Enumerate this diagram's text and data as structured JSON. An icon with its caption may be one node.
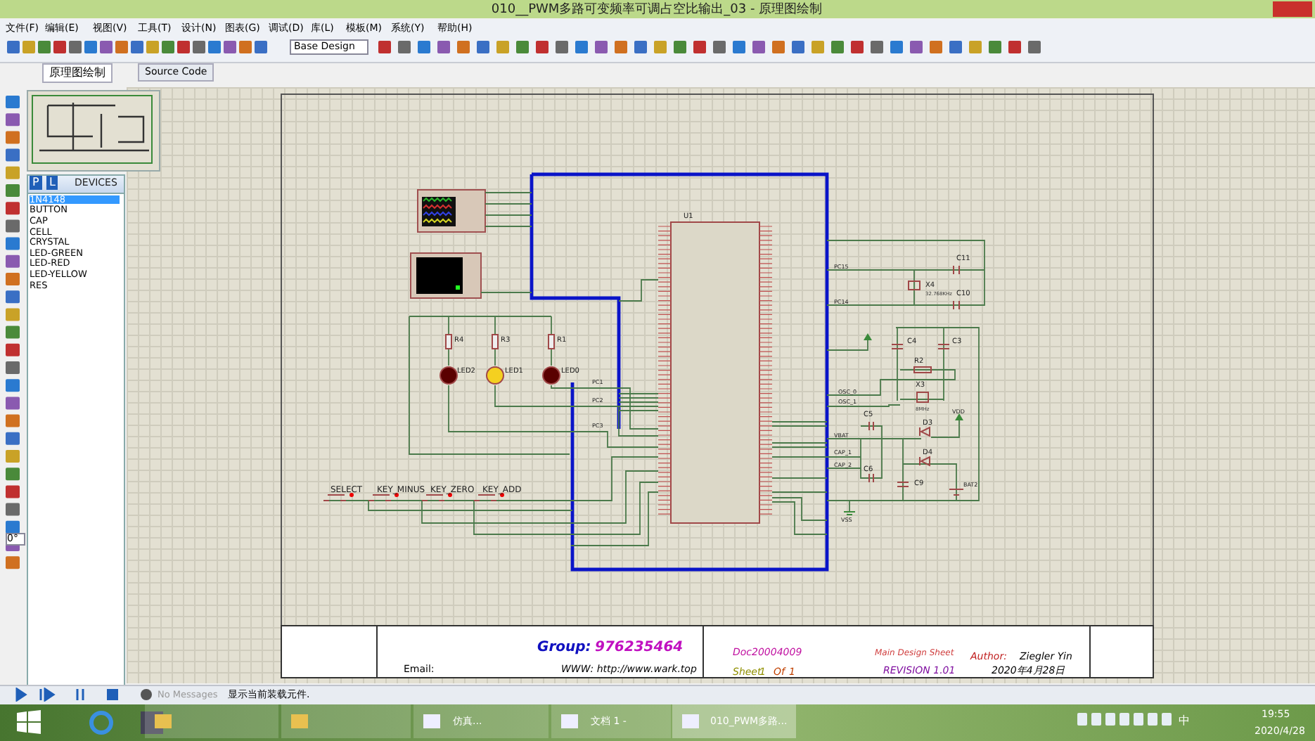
{
  "diagram": {
    "title": "010__PWM多路可变频率可调占空比输出_03 - 原理图绘制",
    "labels": [
      "文件(F)",
      "编辑(E)",
      "视图(V)",
      "工具(T)",
      "设计(N)",
      "图表(G)",
      "调试(D)",
      "库(L)",
      "模板(M)",
      "系统(Y)",
      "帮助(H)",
      "Base Design",
      "原理图绘制",
      "Source Code",
      "P",
      "L",
      "DEVICES",
      "1N4148",
      "BUTTON",
      "CAP",
      "CELL",
      "CRYSTAL",
      "LED-GREEN",
      "LED-RED",
      "LED-YELLOW",
      "RES",
      "0°",
      "No Messages",
      "显示当前装载元件.",
      "U1",
      "R4",
      "R3",
      "R1",
      "LED2",
      "LED1",
      "LED0",
      "SELECT",
      "KEY_MINUS",
      "KEY_ZERO",
      "KEY_ADD",
      "X4",
      "32.768KHz",
      "C11",
      "C10",
      "C4",
      "C3",
      "R2",
      "X3",
      "8MHz",
      "C5",
      "C6",
      "D3",
      "D4",
      "C9",
      "BAT2",
      "VDD",
      "VSS",
      "OSC_0",
      "OSC_1",
      "VBAT",
      "CAP_1",
      "CAP_2",
      "PC15",
      "PC14",
      "PC1",
      "PC2",
      "PC3",
      "Group:",
      "976235464",
      "Email:",
      "WWW: http://www.wark.top",
      "Doc20004009",
      "Main Design Sheet",
      "Author:",
      "Ziegler Yin",
      "Sheet",
      "1",
      "Of",
      "1",
      "REVISION 1.01",
      "2020年4月28日",
      "仿真...",
      "文档 1 -",
      "010_PWM多路...",
      "中",
      "19:55",
      "2020/4/28"
    ]
  }
}
